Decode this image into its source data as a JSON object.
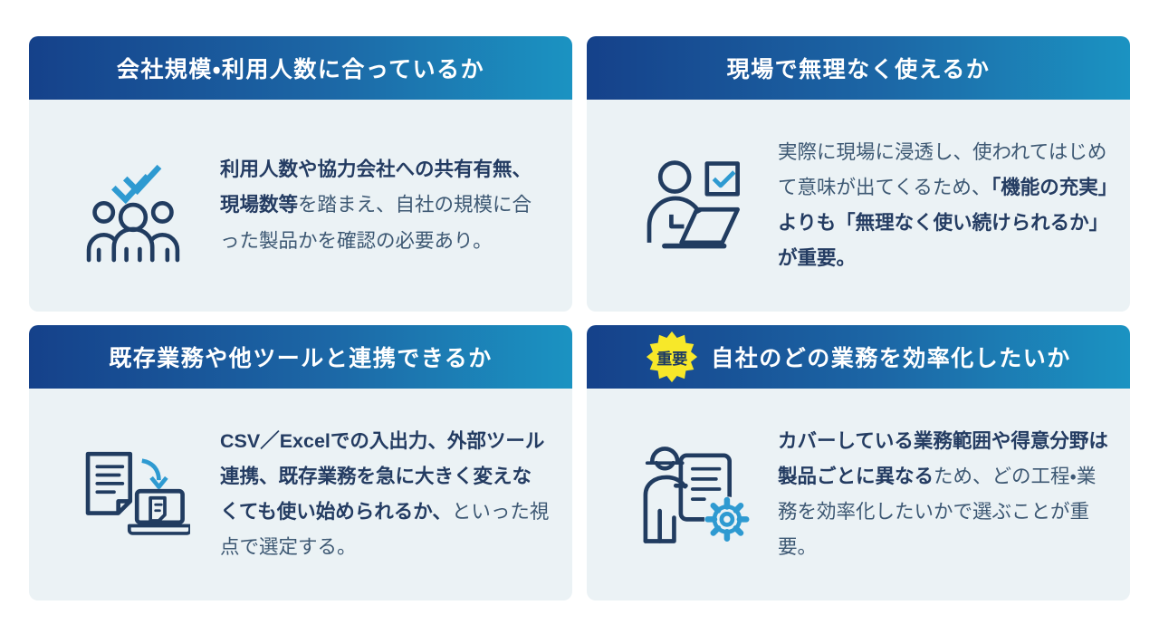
{
  "page": {
    "background": "#ffffff"
  },
  "theme": {
    "header_gradient_start": "#15418a",
    "header_gradient_end": "#1b93c2",
    "card_body_bg": "#ebf2f5",
    "header_text_color": "#ffffff",
    "body_text_color": "#3d5873",
    "body_text_bold_color": "#243c62",
    "icon_navy": "#213c60",
    "icon_blue": "#2e9ad1",
    "badge_bg": "#f7e829",
    "badge_text_color": "#1d3a63"
  },
  "cards": [
    {
      "title": "会社規模・利用人数に合っているか",
      "icon": "users-group-check-icon",
      "segments": [
        {
          "bold": true,
          "text": "利用人数や協力会社への共有有無、現場数等"
        },
        {
          "bold": false,
          "text": "を踏まえ、自社の規模に合った製品かを確認の必要あり。"
        }
      ]
    },
    {
      "title": "現場で無理なく使えるか",
      "icon": "person-laptop-checkbox-icon",
      "segments": [
        {
          "bold": false,
          "text": "実際に現場に浸透し、使われてはじめて意味が出てくるため、"
        },
        {
          "bold": true,
          "text": "「機能の充実」よりも「無理なく使い続けられるか」が重要。"
        }
      ]
    },
    {
      "title": "既存業務や他ツールと連携できるか",
      "icon": "document-transfer-laptop-icon",
      "segments": [
        {
          "bold": true,
          "text": "CSV／Excelでの入出力、外部ツール連携、既存業務を急に大きく変えなくても使い始められるか、"
        },
        {
          "bold": false,
          "text": "といった視点で選定する。"
        }
      ]
    },
    {
      "title": "自社のどの業務を効率化したいか",
      "badge": "重要",
      "icon": "worker-document-gear-icon",
      "segments": [
        {
          "bold": true,
          "text": "カバーしている業務範囲や得意分野は製品ごとに異なる"
        },
        {
          "bold": false,
          "text": "ため、どの工程・業務を効率化したいかで選ぶことが重要。"
        }
      ]
    }
  ]
}
